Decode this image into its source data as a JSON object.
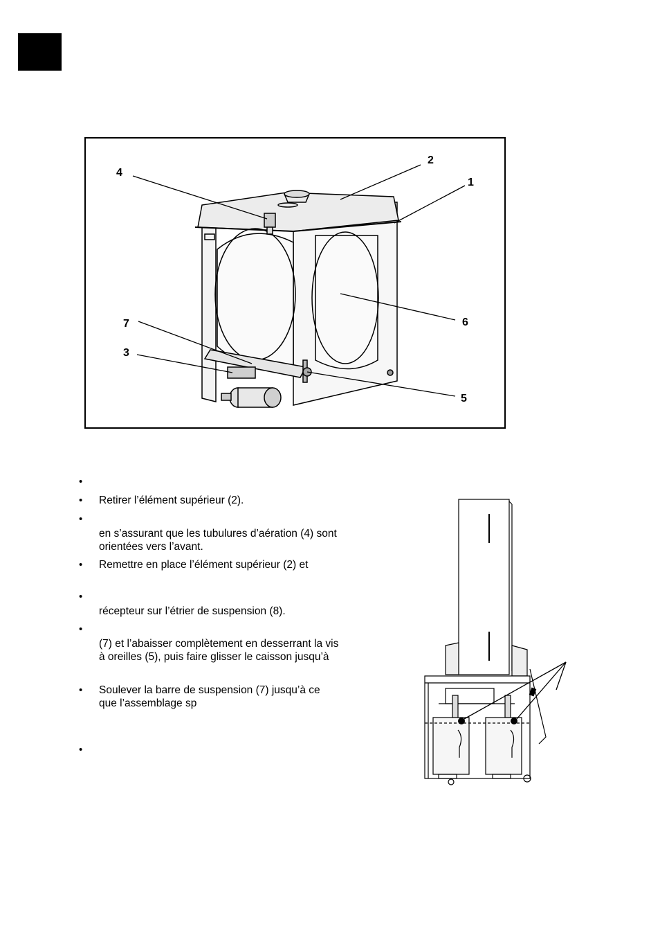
{
  "figure1": {
    "callouts": [
      "4",
      "2",
      "1",
      "7",
      "3",
      "6",
      "5"
    ]
  },
  "bullets": [
    {
      "lines": [
        ""
      ]
    },
    {
      "lines": [
        "Retirer l’élément supérieur (2)."
      ]
    },
    {
      "lines": [
        "",
        "en s’assurant que les tubulures d’aération (4) sont",
        "orientées vers l’avant."
      ]
    },
    {
      "lines": [
        "Remettre en place l’élément supérieur (2) et"
      ]
    },
    {
      "lines": [
        "",
        "récepteur sur l’étrier de suspension (8)."
      ]
    },
    {
      "lines": [
        "",
        "(7) et l’abaisser complètement en desserrant la vis",
        "à oreilles (5), puis faire glisser le caisson jusqu’à"
      ]
    },
    {
      "lines": [
        "Soulever la barre de suspension (7) jusqu’à ce",
        "que l’assemblage sp"
      ]
    },
    {
      "lines": [
        ""
      ]
    }
  ]
}
